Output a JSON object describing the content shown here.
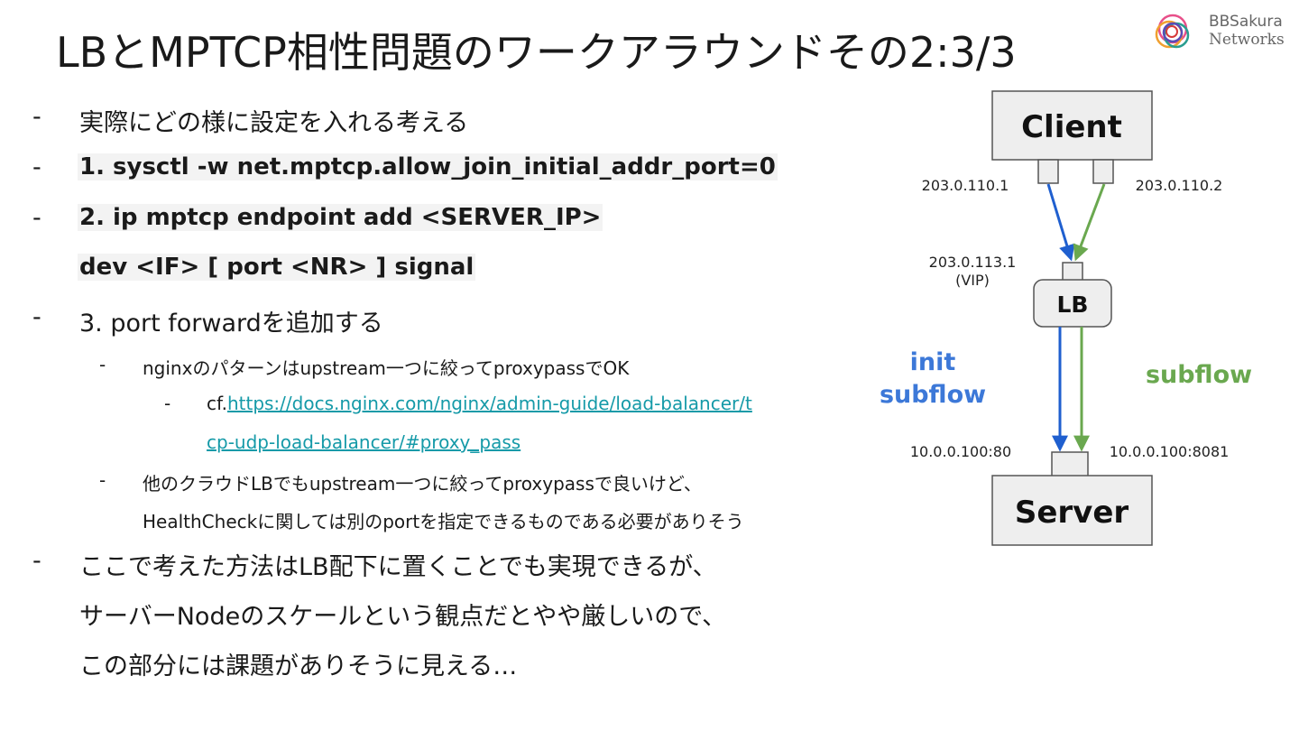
{
  "title": "LBとMPTCP相性問題のワークアラウンドその2:3/3",
  "logo": {
    "line1": "BBSakura",
    "line2": "Networks"
  },
  "bullet_marker": "-",
  "bullets": {
    "b1": "実際にどの様に設定を入れる考える",
    "b2": "1. sysctl -w net.mptcp.allow_join_initial_addr_port=0",
    "b3a": "2. ip mptcp endpoint add <SERVER_IP>",
    "b3b": "dev <IF> [ port <NR> ] signal",
    "b4": "3. port forwardを追加する",
    "b5": "nginxのパターンはupstream一つに絞ってproxypassでOK",
    "b6_prefix": "cf.",
    "b6_link1": "https://docs.nginx.com/nginx/admin-guide/load-balancer/t",
    "b6_link2": "cp-udp-load-balancer/#proxy_pass",
    "b7a": "他のクラウドLBでもupstream一つに絞ってproxypassで良いけど、",
    "b7b": "HealthCheckに関しては別のportを指定できるものである必要がありそう",
    "b8a": "ここで考えた方法はLB配下に置くことでも実現できるが、",
    "b8b": "サーバーNodeのスケールという観点だとやや厳しいので、",
    "b8c": "この部分には課題がありそうに見える…"
  },
  "diagram": {
    "client": "Client",
    "lb": "LB",
    "server": "Server",
    "client_ip1": "203.0.110.1",
    "client_ip2": "203.0.110.2",
    "vip_line1": "203.0.113.1",
    "vip_line2": "(VIP)",
    "init_line1": "init",
    "init_line2": "subflow",
    "subflow": "subflow",
    "server_port1": "10.0.0.100:80",
    "server_port2": "10.0.0.100:8081"
  },
  "colors": {
    "init_arrow": "#1f5fcf",
    "subflow_arrow": "#6aa84f",
    "init_label": "#3c78d8",
    "subflow_label": "#6aa84f",
    "link": "#159aa8",
    "box_fill": "#eeeeee",
    "box_stroke": "#555555"
  }
}
